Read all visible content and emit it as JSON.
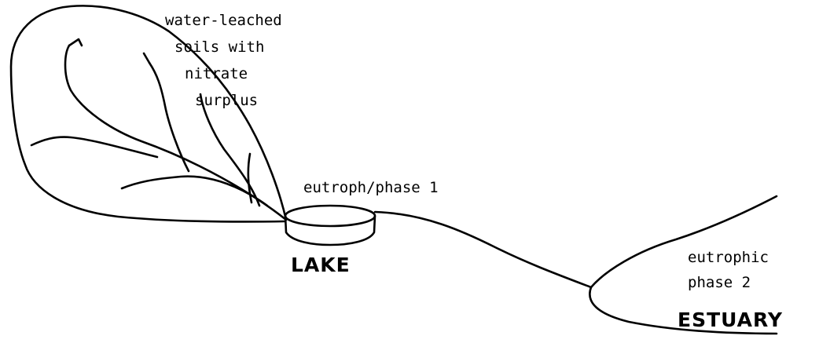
{
  "diagram": {
    "catchment_label": {
      "line1": "water-leached",
      "line2": "soils with",
      "line3": "nitrate",
      "line4": "surplus"
    },
    "lake_phase_label": "eutroph/phase 1",
    "lake_label": "LAKE",
    "estuary_phase_label": {
      "line1": "eutrophic",
      "line2": "phase 2"
    },
    "estuary_label": "ESTUARY"
  }
}
